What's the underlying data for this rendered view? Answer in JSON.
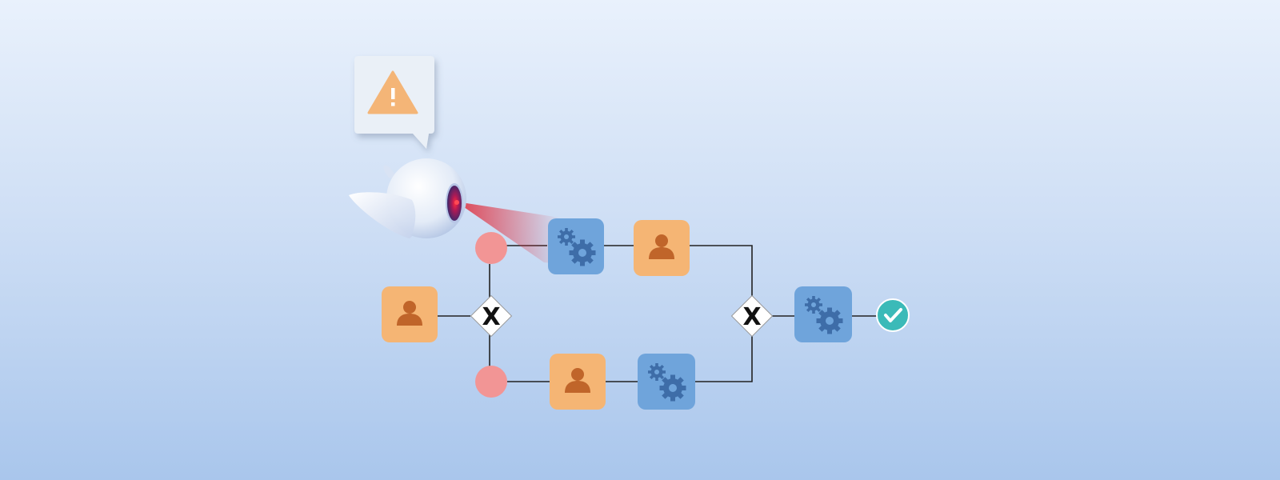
{
  "diagram": {
    "type": "process-monitoring-flow",
    "colors": {
      "human_task": "#f5b574",
      "human_icon": "#c0652a",
      "automated_task": "#6fa4db",
      "gear_icon": "#3e6da8",
      "event": "#f29595",
      "gateway_fill": "#ffffff",
      "end_event": "#3bbab8",
      "alert_icon": "#f4b577",
      "beam": "#e0303f",
      "connector": "#222222"
    },
    "gateways": {
      "split_label": "X",
      "join_label": "X"
    },
    "alert": {
      "icon": "warning-triangle-icon"
    },
    "camera": {
      "icon": "surveillance-camera-icon"
    },
    "tasks": [
      {
        "id": "start-task",
        "kind": "human",
        "icon": "person-icon"
      },
      {
        "id": "top-auto-task",
        "kind": "automated",
        "icon": "gears-icon"
      },
      {
        "id": "top-human-task",
        "kind": "human",
        "icon": "person-icon"
      },
      {
        "id": "bottom-human-task",
        "kind": "human",
        "icon": "person-icon"
      },
      {
        "id": "bottom-auto-task",
        "kind": "automated",
        "icon": "gears-icon"
      },
      {
        "id": "final-auto-task",
        "kind": "automated",
        "icon": "gears-icon"
      }
    ],
    "end": {
      "icon": "check-icon"
    }
  }
}
